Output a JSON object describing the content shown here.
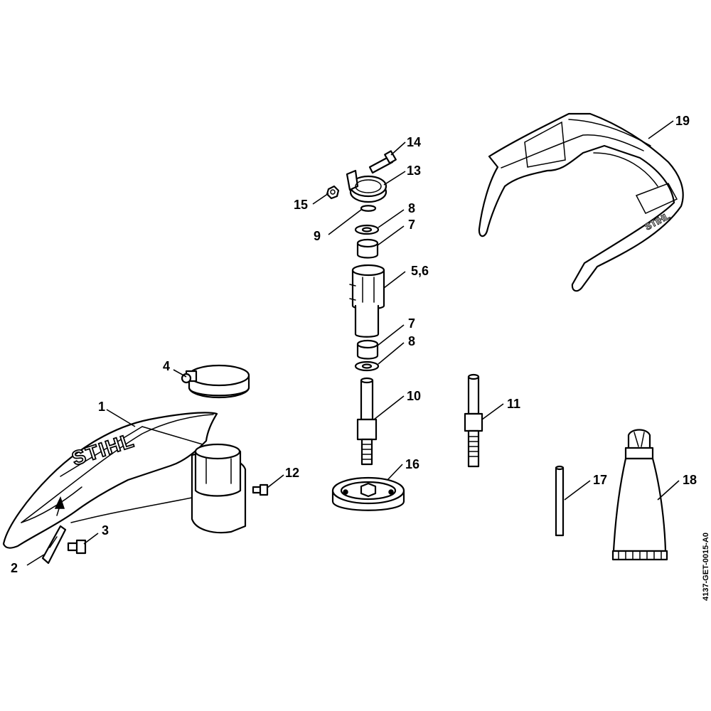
{
  "callouts": {
    "c1": "1",
    "c2": "2",
    "c3": "3",
    "c4": "4",
    "c56": "5,6",
    "c7a": "7",
    "c7b": "7",
    "c8a": "8",
    "c8b": "8",
    "c9": "9",
    "c10": "10",
    "c11": "11",
    "c12": "12",
    "c13": "13",
    "c14": "14",
    "c15": "15",
    "c16": "16",
    "c17": "17",
    "c18": "18",
    "c19": "19"
  },
  "branding": {
    "logo_text": "STIHL"
  },
  "document": {
    "reference": "4137-GET-0015-A0"
  }
}
